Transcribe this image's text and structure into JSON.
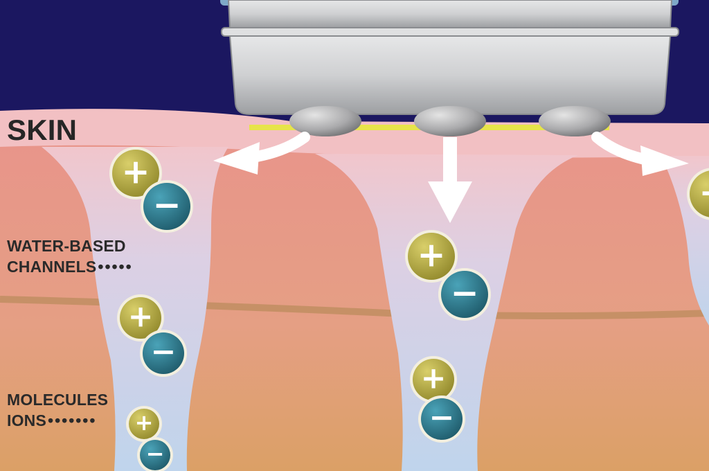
{
  "labels": {
    "skin": "SKIN",
    "water_line1": "WATER-BASED",
    "water_line2": "CHANNELS",
    "molecules_line1": "MOLECULES",
    "molecules_line2": "IONS",
    "leader_dots": "•••••",
    "leader_dots_long": "•••••••"
  },
  "ion_symbols": {
    "positive": "+",
    "negative": "−"
  },
  "colors": {
    "background": "#1b1760",
    "skin_surface": "#f2c2c4",
    "dermis_top": "#e79a8c",
    "dermis_bottom": "#dea06a",
    "channel": "#d8d0e8",
    "yellow_stripe": "#e7e44a",
    "positive_ion": "#b7ac3e",
    "negative_ion": "#2f7e93",
    "arrow": "#ffffff",
    "device": "#cfd0d2"
  },
  "icons": [
    "applicator-device",
    "arrow-icon",
    "positive-ion-icon",
    "negative-ion-icon"
  ]
}
